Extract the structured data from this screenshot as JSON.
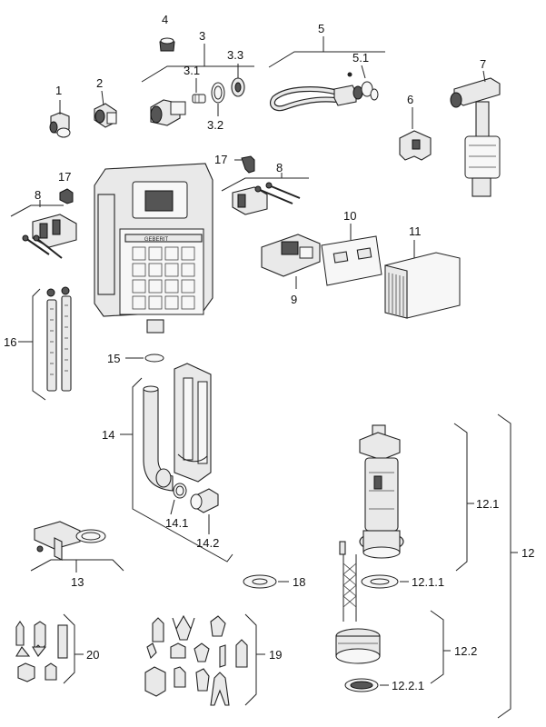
{
  "labels": {
    "p1": "1",
    "p2": "2",
    "p3": "3",
    "p3_1": "3.1",
    "p3_2": "3.2",
    "p3_3": "3.3",
    "p4": "4",
    "p5": "5",
    "p5_1": "5.1",
    "p6": "6",
    "p7": "7",
    "p8a": "8",
    "p8b": "8",
    "p9": "9",
    "p10": "10",
    "p11": "11",
    "p12": "12",
    "p12_1": "12.1",
    "p12_1_1": "12.1.1",
    "p12_2": "12.2",
    "p12_2_1": "12.2.1",
    "p13": "13",
    "p14": "14",
    "p14_1": "14.1",
    "p14_2": "14.2",
    "p15": "15",
    "p16": "16",
    "p17a": "17",
    "p17b": "17",
    "p18": "18",
    "p19": "19",
    "p20": "20"
  },
  "logo_text": "GEBERIT"
}
